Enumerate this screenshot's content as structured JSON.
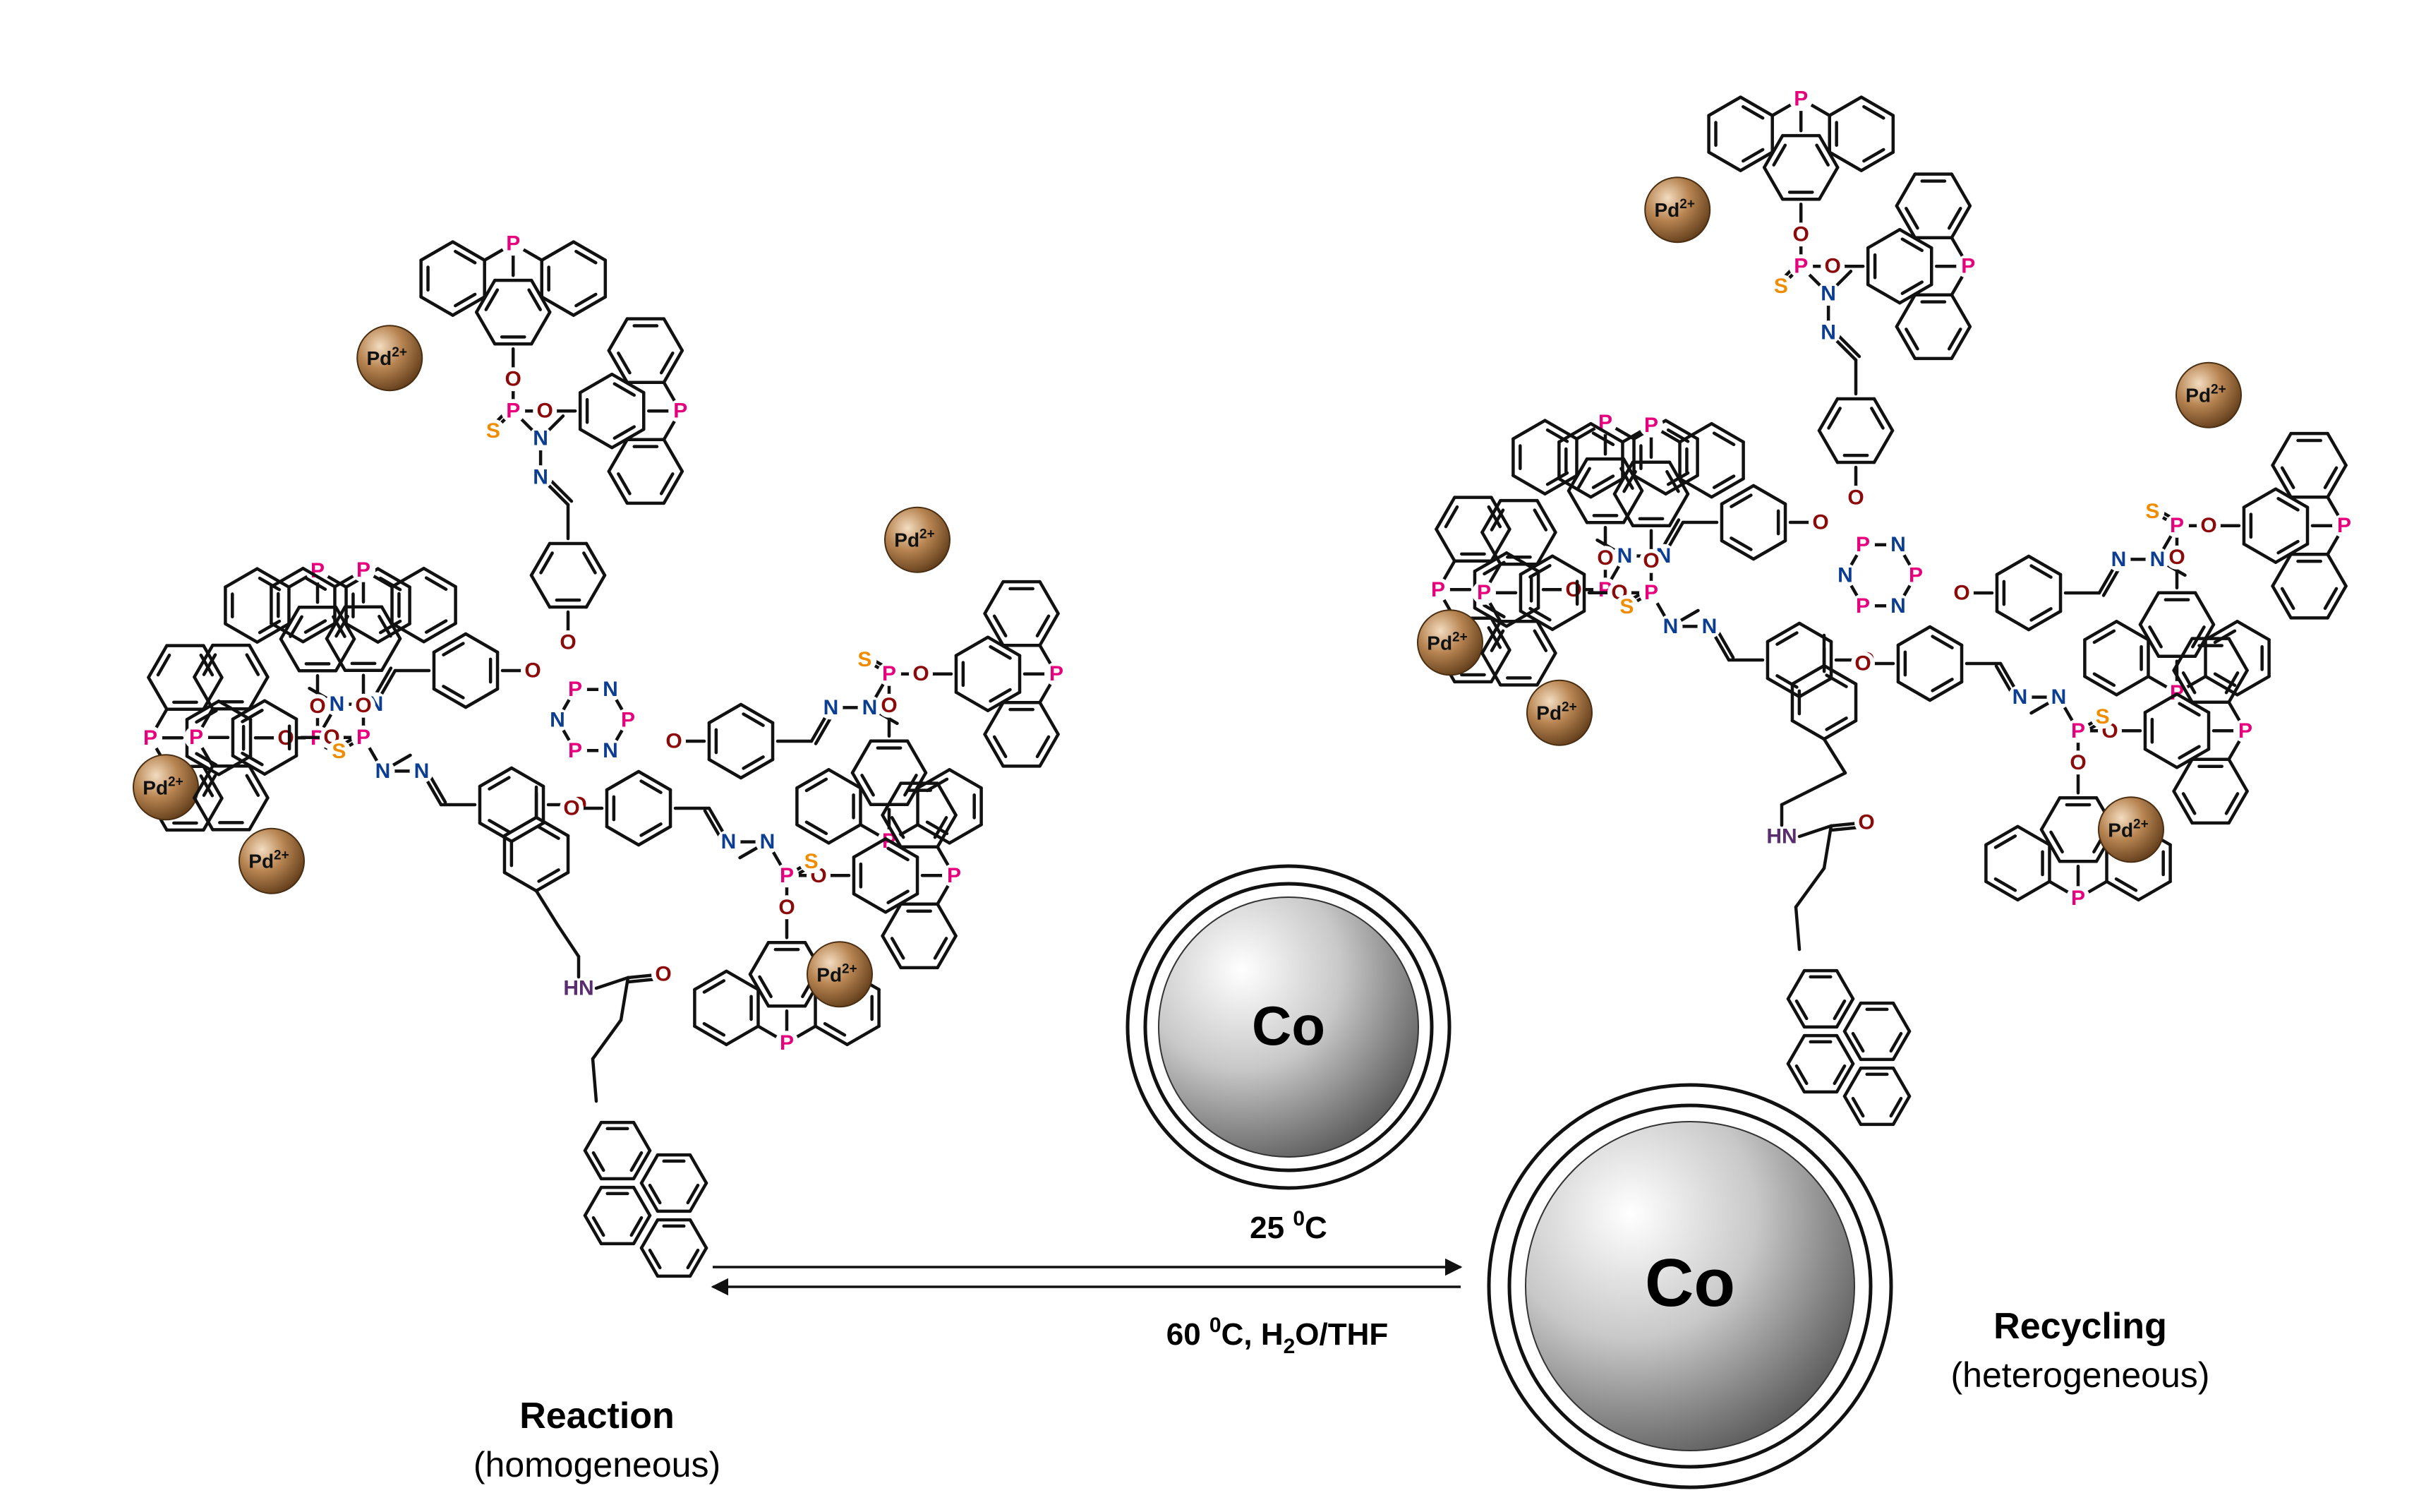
{
  "atoms": {
    "P": "P",
    "N": "N",
    "O": "O",
    "S": "S",
    "HN": "HN",
    "methyl": ""
  },
  "colors": {
    "phosphorus": "#e6007e",
    "nitrogen": "#0b3d91",
    "oxygen": "#8b0a0a",
    "sulfur": "#f08c00",
    "amine": "#5a2d6e",
    "bond": "#111111",
    "pd_sphere": "#9c6a3c",
    "co_sphere": "#8a8a8a"
  },
  "pd_label": {
    "base": "Pd",
    "charge": "2+"
  },
  "co_label": "Co",
  "left_state": {
    "title": "Reaction",
    "subtitle": "(homogeneous)"
  },
  "right_state": {
    "title": "Recycling",
    "subtitle": "(heterogeneous)"
  },
  "arrow_forward": {
    "label": "25 ⁰C",
    "temp": "25",
    "deg": "0",
    "unit": "C"
  },
  "arrow_reverse": {
    "label": "60 ⁰C, H₂O/THF",
    "temp": "60",
    "deg": "0",
    "unit": "C, H",
    "sub": "2",
    "tail": "O/THF"
  }
}
